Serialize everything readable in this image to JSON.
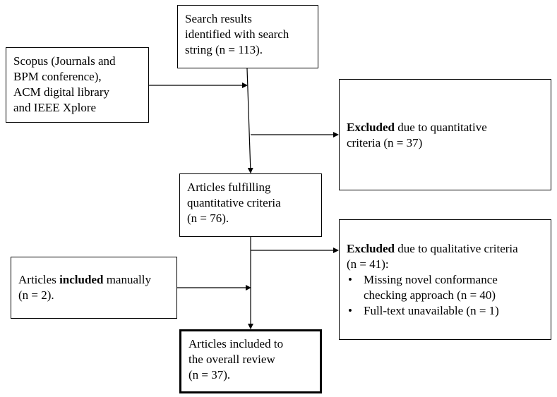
{
  "boxes": {
    "search_results": {
      "lines": [
        "Search results",
        "identified with search",
        "string (n = 113)."
      ]
    },
    "sources": {
      "lines": [
        "Scopus (Journals and",
        "BPM conference),",
        "ACM digital library",
        "and IEEE Xplore"
      ]
    },
    "excluded_quantitative": {
      "bold": "Excluded",
      "rest_line1": " due to quantitative",
      "line2": "criteria (n = 37)"
    },
    "fulfilling": {
      "lines": [
        "Articles fulfilling",
        "quantitative criteria",
        "(n = 76)."
      ]
    },
    "included_manually": {
      "prefix": "Articles ",
      "bold": "included",
      "suffix": " manually",
      "line2": "(n = 2)."
    },
    "excluded_qualitative": {
      "bold": "Excluded",
      "rest_line1": " due to qualitative criteria",
      "line2": "(n = 41):",
      "bullet_char": "•",
      "bullets": [
        {
          "line1": "Missing novel conformance",
          "line2": "checking approach (n = 40)"
        },
        {
          "line1": "Full-text unavailable (n = 1)",
          "line2": ""
        }
      ]
    },
    "final": {
      "lines": [
        "Articles included to",
        "the overall review",
        "(n = 37)."
      ]
    }
  },
  "colors": {
    "stroke": "#000000",
    "background": "#ffffff"
  }
}
